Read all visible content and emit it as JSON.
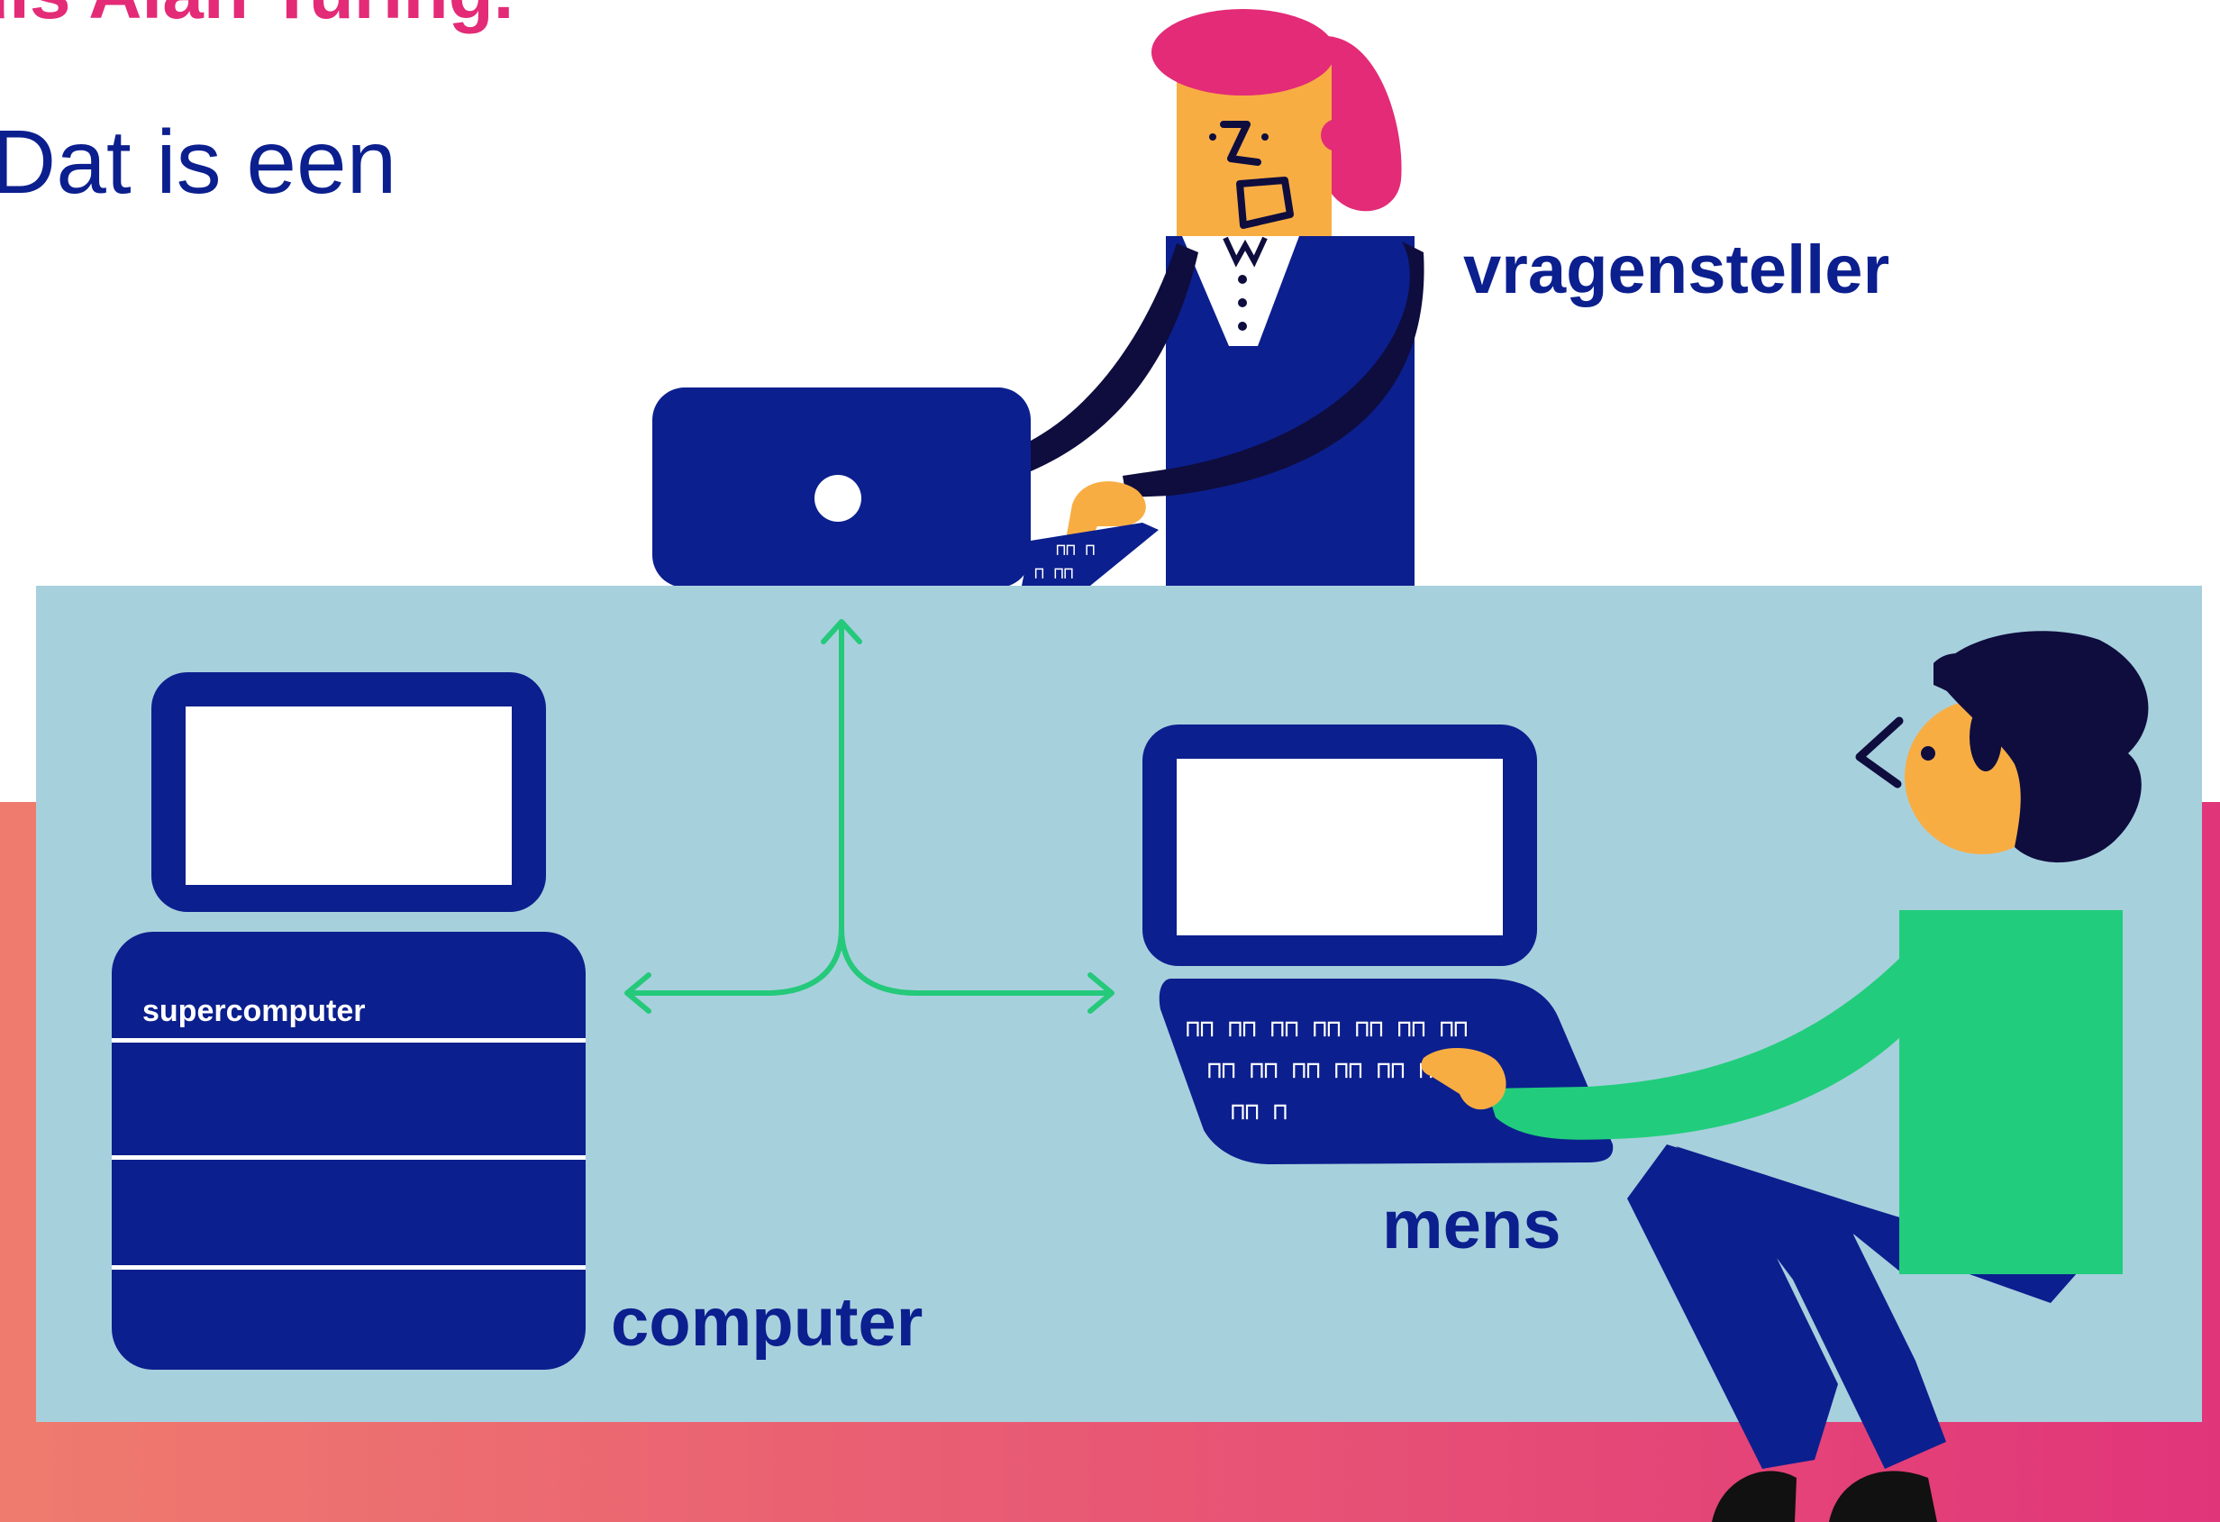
{
  "heading": {
    "text": "uis Alan Turing."
  },
  "intro": {
    "text": "Dat is een"
  },
  "labels": {
    "questioner": "vragensteller",
    "computer": "computer",
    "human": "mens",
    "supercomputer": "supercomputer"
  },
  "colors": {
    "navy": "#0c1f8e",
    "dark_navy": "#0e0d3e",
    "pink": "#e32b77",
    "panel": "#a7d0dd",
    "arrow_green": "#24c97a",
    "shirt_green": "#21cd7c",
    "skin": "#f8ad43",
    "band_start": "#ef7b6e",
    "band_end": "#e1357a"
  },
  "icons": {
    "questioner": "person-at-laptop",
    "computer": "supercomputer-tower",
    "human": "person-at-terminal",
    "connector": "three-way-arrow"
  }
}
